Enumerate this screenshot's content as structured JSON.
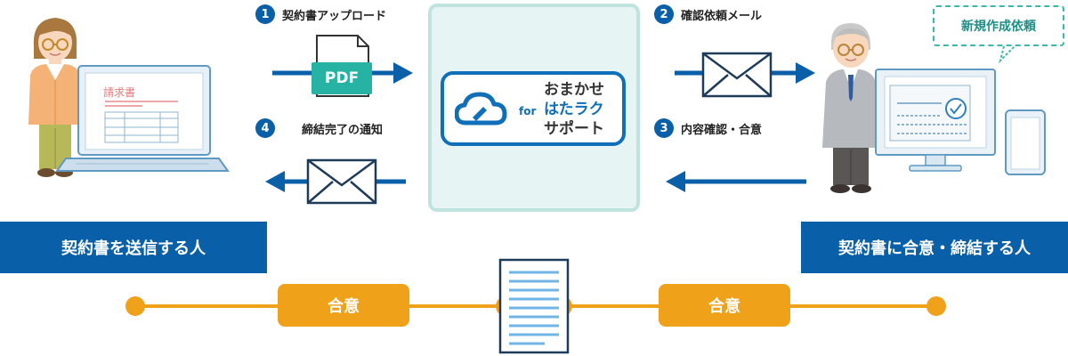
{
  "steps": [
    {
      "num": "1",
      "label": "契約書アップロード"
    },
    {
      "num": "2",
      "label": "確認依頼メール"
    },
    {
      "num": "3",
      "label": "内容確認・合意"
    },
    {
      "num": "4",
      "label": "締結完了の通知"
    }
  ],
  "pdf_label": "PDF",
  "logo": {
    "for": "for",
    "line1": "おまかせ",
    "line2": "はたラク",
    "line3": "サポート"
  },
  "left_laptop": {
    "doc_title": "請求書"
  },
  "bubble_text": "新規作成依頼",
  "roles": {
    "sender": "契約書を送信する人",
    "receiver": "契約書に合意・締結する人"
  },
  "agreements": [
    "合意",
    "合意"
  ],
  "colors": {
    "primary_blue": "#0a5fa9",
    "teal": "#27b3a3",
    "orange": "#f0a11a",
    "panel_bg": "#e6f5f3"
  }
}
